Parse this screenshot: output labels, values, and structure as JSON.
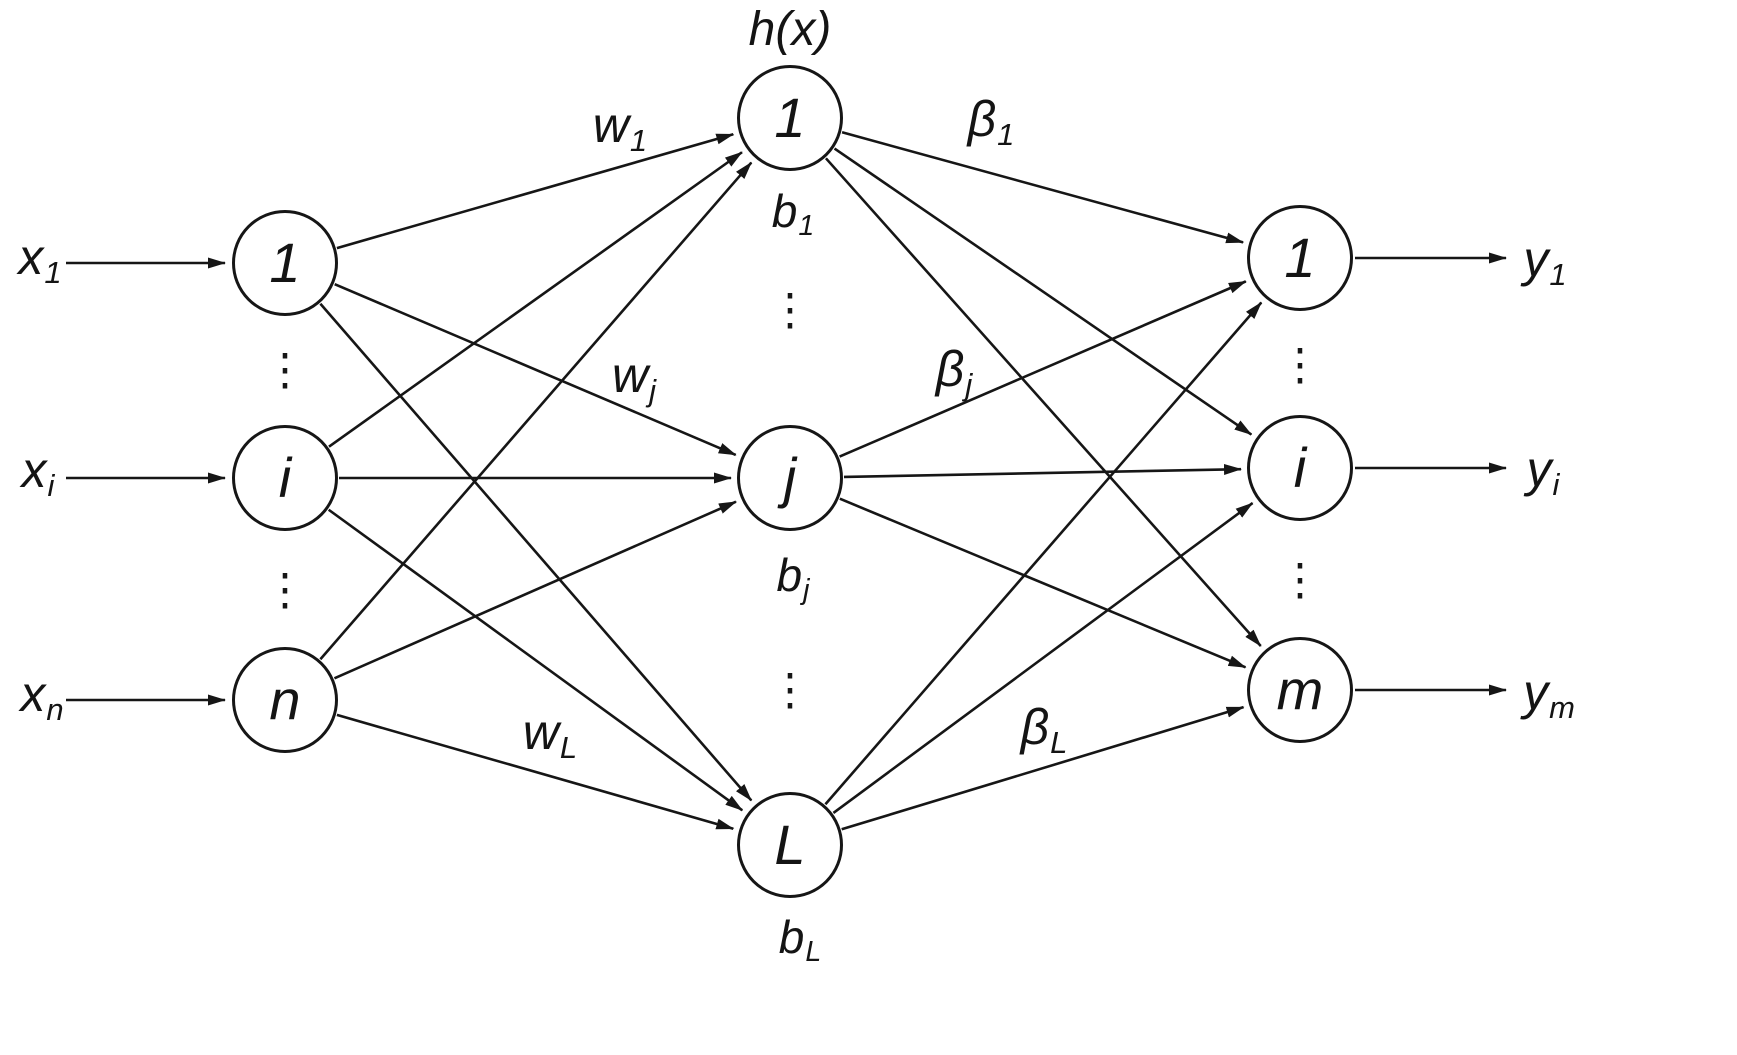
{
  "diagram": {
    "hidden_title": "h(x)",
    "input_nodes": [
      "1",
      "i",
      "n"
    ],
    "hidden_nodes": [
      "1",
      "j",
      "L"
    ],
    "output_nodes": [
      "1",
      "i",
      "m"
    ],
    "input_labels": [
      {
        "main": "x",
        "sub": "1"
      },
      {
        "main": "x",
        "sub": "i"
      },
      {
        "main": "x",
        "sub": "n"
      }
    ],
    "output_labels": [
      {
        "main": "y",
        "sub": "1"
      },
      {
        "main": "y",
        "sub": "i"
      },
      {
        "main": "y",
        "sub": "m"
      }
    ],
    "bias_labels": [
      {
        "main": "b",
        "sub": "1"
      },
      {
        "main": "b",
        "sub": "j"
      },
      {
        "main": "b",
        "sub": "L"
      }
    ],
    "weight_labels": [
      {
        "main": "w",
        "sub": "1"
      },
      {
        "main": "w",
        "sub": "j"
      },
      {
        "main": "w",
        "sub": "L"
      }
    ],
    "beta_labels": [
      {
        "main": "β",
        "sub": "1"
      },
      {
        "main": "β",
        "sub": "j"
      },
      {
        "main": "β",
        "sub": "L"
      }
    ],
    "ellipsis": "⋮"
  }
}
